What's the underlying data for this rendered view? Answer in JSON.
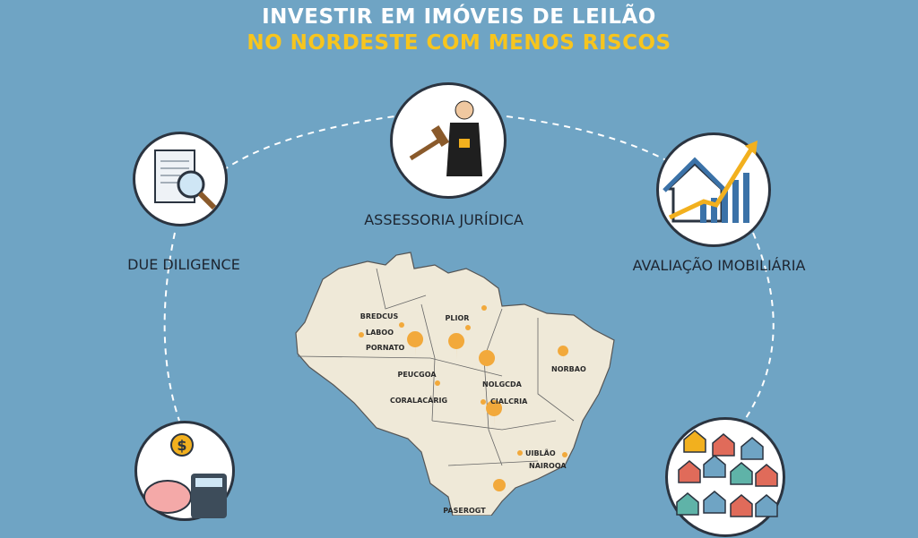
{
  "title": {
    "line1": "INVESTIR EM IMÓVEIS DE LEILÃO",
    "line2": "NO NORDESTE COM MENOS RISCOS"
  },
  "colors": {
    "background": "#6fa4c4",
    "accent": "#f7c51e",
    "map": "#efe9d8",
    "pin": "#f2a93b"
  },
  "steps": [
    {
      "label": "DUE DILIGENCE",
      "icon": "document-magnifier-icon"
    },
    {
      "label": "ASSESSORIA JURÍDICA",
      "icon": "judge-gavel-icon"
    },
    {
      "label": "AVALIAÇÃO IMOBILIÁRIA",
      "icon": "house-growth-chart-icon"
    },
    {
      "label": "",
      "icon": "piggy-bank-calculator-icon"
    },
    {
      "label": "",
      "icon": "houses-cluster-icon"
    }
  ],
  "map": {
    "labels": [
      "BREDCUS",
      "LABOO",
      "PORNATO",
      "PLIOR",
      "PEUCGOA",
      "NOLGCDA",
      "CORALACÁRIG",
      "CIALCRIA",
      "NORBAO",
      "UIBLÃO",
      "NAIROOA",
      "PASEROGT"
    ]
  }
}
